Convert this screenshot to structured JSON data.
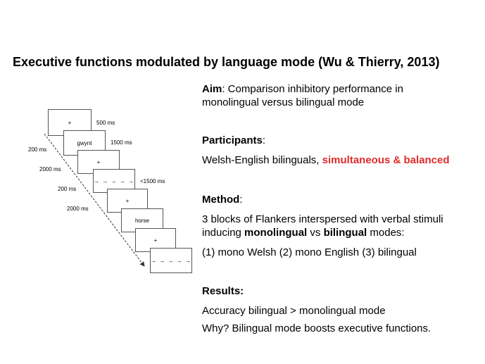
{
  "title": "Executive functions modulated by language mode (Wu & Thierry, 2013)",
  "aim": {
    "label": "Aim",
    "text1": ": Comparison inhibitory performance in",
    "text2": "monolingual versus bilingual mode"
  },
  "participants": {
    "label": "Participants",
    "colon": ":",
    "text": "Welsh-English bilinguals, ",
    "highlight": "simultaneous & balanced",
    "highlight_color": "#e02b2b"
  },
  "method": {
    "label": "Method",
    "colon": ":",
    "line1": "3 blocks of Flankers interspersed with verbal stimuli",
    "line2_a": "inducing ",
    "line2_b": "monolingual",
    "line2_c": " vs ",
    "line2_d": "bilingual",
    "line2_e": " modes:",
    "line3": "(1)  mono Welsh (2) mono English (3) bilingual"
  },
  "results": {
    "label": "Results:",
    "line1": "Accuracy bilingual > monolingual mode",
    "line2": "Why? Bilingual mode boosts executive functions."
  },
  "diagram": {
    "frames": [
      "+",
      "gwynt",
      "+",
      "→ → → → →",
      "+",
      "horse",
      "+",
      "→ → → → →"
    ],
    "durations_right": [
      "500 ms",
      "1500 ms",
      "<1500 ms"
    ],
    "durations_left": [
      "200 ms",
      "2000 ms",
      "200 ms",
      "2000 ms"
    ]
  }
}
